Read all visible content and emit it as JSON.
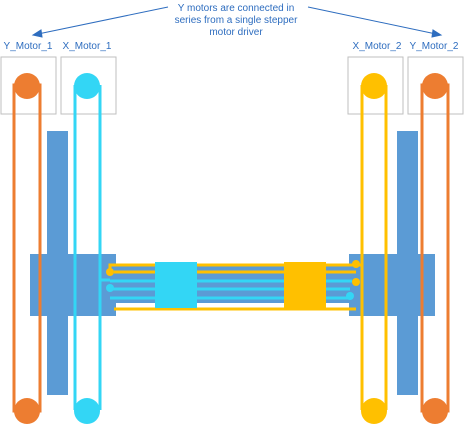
{
  "annotation": {
    "lines": [
      "Y motors are connected in",
      "series from a single stepper",
      "motor driver"
    ]
  },
  "motors": {
    "y_left": "Y_Motor_1",
    "x_left": "X_Motor_1",
    "x_right": "X_Motor_2",
    "y_right": "Y_Motor_2"
  },
  "colors": {
    "rail": "#5b9bd5",
    "y_belt": "#ed7d31",
    "x_belt": "#33d6f5",
    "x_belt_right": "#ffc000",
    "carriage_cyan": "#33d6f5",
    "carriage_yellow": "#ffc000",
    "motor_box_border": "#bfbfbf",
    "text": "#2e6dbf"
  }
}
